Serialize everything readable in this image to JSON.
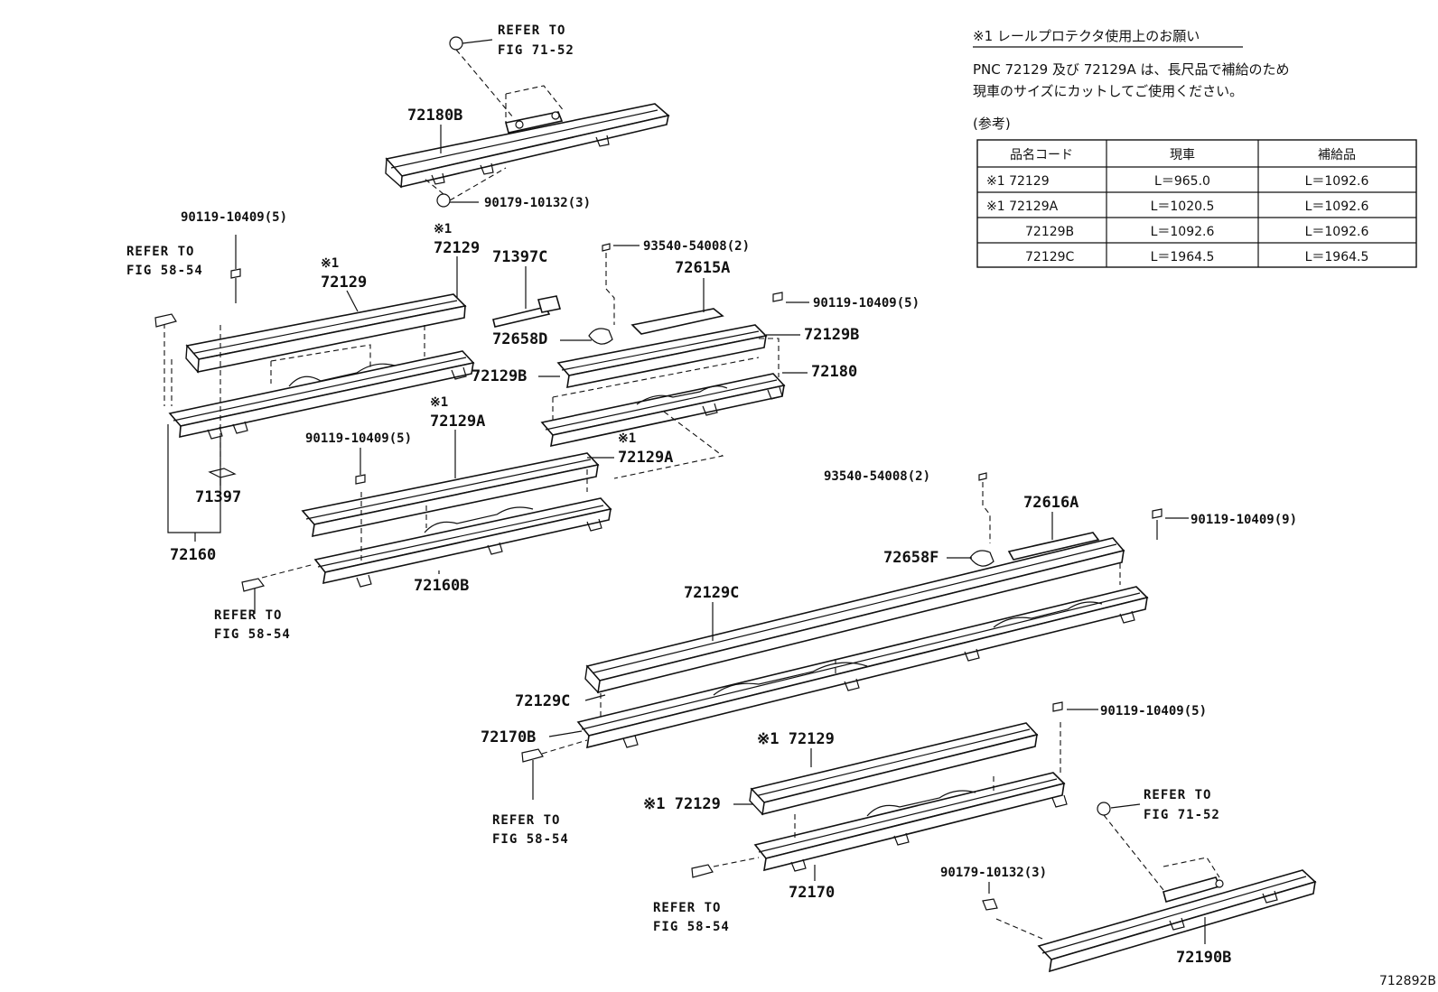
{
  "figure_id": "712892B",
  "note": {
    "title": "※1 レールプロテクタ使用上のお願い",
    "line1": "PNC 72129 及び 72129A は、長尺品で補給のため",
    "line2": "現車のサイズにカットしてご使用ください。",
    "ref_label": "(参考)"
  },
  "table": {
    "headers": [
      "品名コード",
      "現車",
      "補給品"
    ],
    "rows": [
      [
        "※1  72129",
        "L＝965.0",
        "L＝1092.6"
      ],
      [
        "※1  72129A",
        "L＝1020.5",
        "L＝1092.6"
      ],
      [
        "72129B",
        "L＝1092.6",
        "L＝1092.6"
      ],
      [
        "72129C",
        "L＝1964.5",
        "L＝1964.5"
      ]
    ]
  },
  "refs": {
    "refer_to": "REFER TO",
    "fig_71_52": "FIG 71-52",
    "fig_58_54": "FIG 58-54"
  },
  "labels": {
    "p72180B": "72180B",
    "p90179a": "90179-10132(3)",
    "p90119_top": "90119-10409(5)",
    "mark1": "※1",
    "p72129": "72129",
    "p71397C": "71397C",
    "p93540a": "93540-54008(2)",
    "p72615A": "72615A",
    "p90119_mid": "90119-10409(5)",
    "p72658D": "72658D",
    "p72129B_r": "72129B",
    "p72129B_l": "72129B",
    "p72180": "72180",
    "p72129A": "72129A",
    "p90119_left": "90119-10409(5)",
    "p71397": "71397",
    "p72160": "72160",
    "p72160B": "72160B",
    "p93540b": "93540-54008(2)",
    "p72616A": "72616A",
    "p90119_r9": "90119-10409(9)",
    "p72658F": "72658F",
    "p72129C": "72129C",
    "p72129C_l": "72129C",
    "p72170B": "72170B",
    "p90119_r5": "90119-10409(5)",
    "p72129_mark_a": "※1 72129",
    "p72129_mark_b": "※1 72129",
    "p72170": "72170",
    "p90179b": "90179-10132(3)",
    "p72190B": "72190B"
  }
}
